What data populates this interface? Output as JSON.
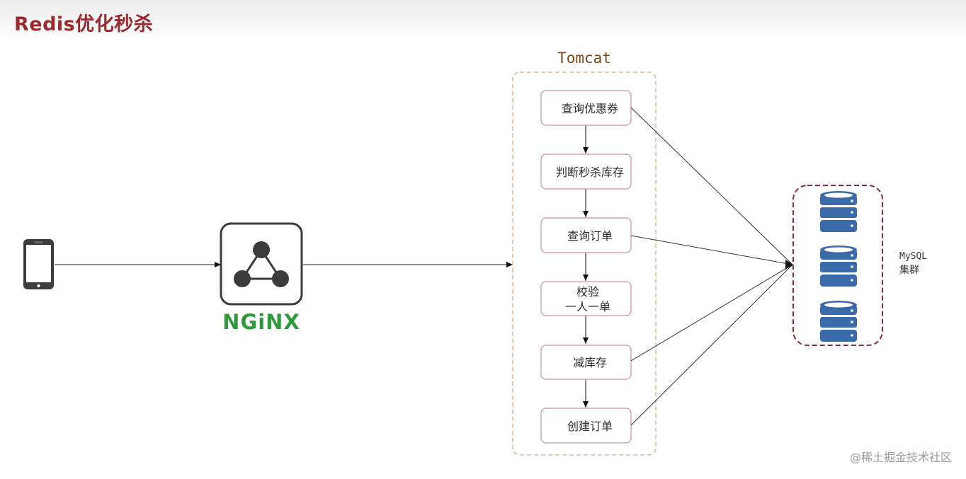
{
  "page": {
    "title": "Redis优化秒杀",
    "watermark": "@稀土掘金技术社区"
  },
  "diagram": {
    "nodes": {
      "phone": {
        "icon": "mobile-phone-icon"
      },
      "nginx": {
        "icon": "nginx-logo-icon",
        "label": "NGiNX"
      },
      "tomcat": {
        "label": "Tomcat"
      },
      "mysql": {
        "icon": "database-server-icon",
        "label_line1": "MySQL",
        "label_line2": "集群"
      }
    },
    "steps": [
      {
        "lines": [
          "查询优惠券"
        ]
      },
      {
        "lines": [
          "判断秒杀库存"
        ]
      },
      {
        "lines": [
          "查询订单"
        ]
      },
      {
        "lines": [
          "校验",
          "一人一单"
        ]
      },
      {
        "lines": [
          "减库存"
        ]
      },
      {
        "lines": [
          "创建订单"
        ]
      }
    ],
    "colors": {
      "title": "#9a2a2e",
      "tomcat_border": "#e9b88c",
      "tomcat_label": "#7a4a1e",
      "step_border": "#c9949a",
      "mysql_border": "#8e2a3a",
      "db_icon": "#3a6aa8",
      "nginx_green": "#2f9a3c",
      "nginx_dark": "#3b3b3b"
    }
  }
}
